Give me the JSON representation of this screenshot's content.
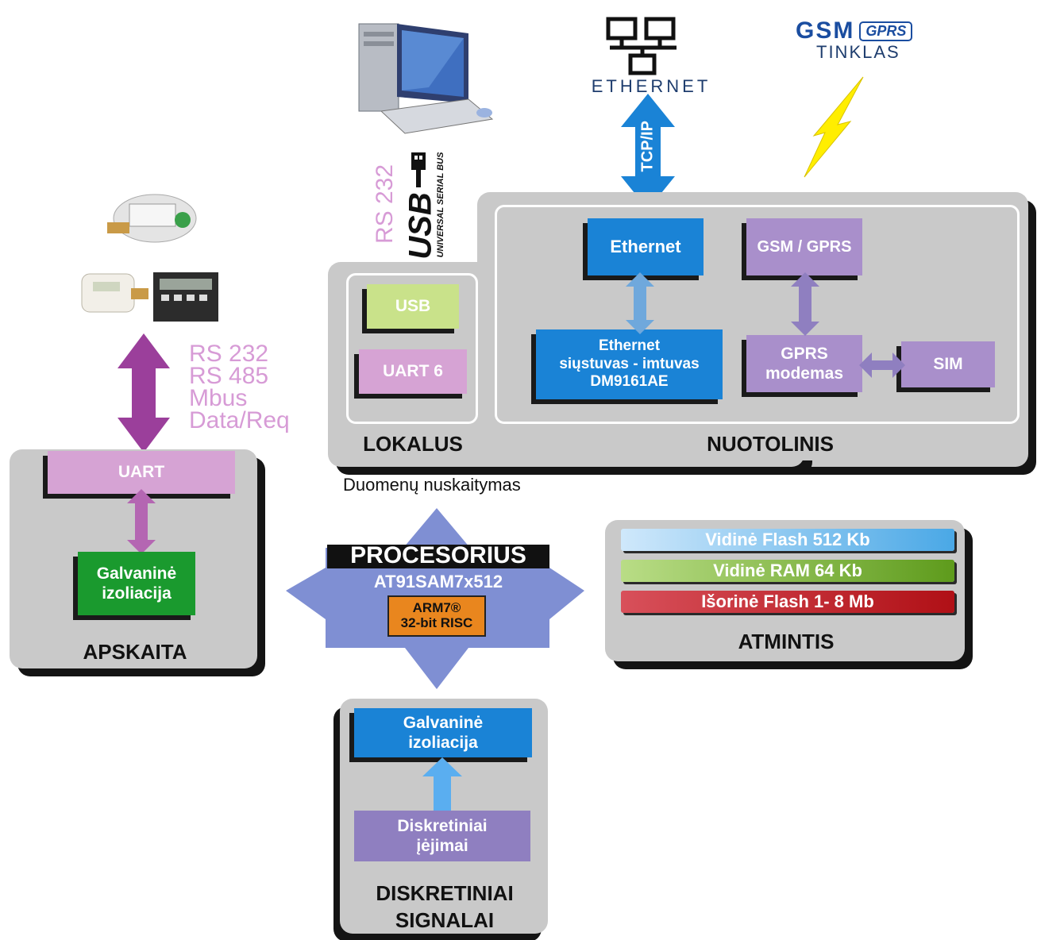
{
  "top": {
    "ethernet_caption": "ETHERNET",
    "gsm_logo": "GSM",
    "gprs_logo": "GPRS",
    "gsm_network": "TINKLAS",
    "tcpip": "TCP/IP",
    "rs232_vertical": "RS 232",
    "usb_logo": "USB",
    "usb_full": "UNIVERSAL SERIAL BUS"
  },
  "remote": {
    "ethernet_block": "Ethernet",
    "transceiver_line1": "Ethernet",
    "transceiver_line2": "siųstuvas - imtuvas",
    "transceiver_line3": "DM9161AE",
    "gsm_block": "GSM / GPRS",
    "modem_line1": "GPRS",
    "modem_line2": "modemas",
    "sim_block": "SIM",
    "local_title": "LOKALUS",
    "remote_title": "NUOTOLINIS",
    "usb_block": "USB",
    "uart6_block": "UART 6"
  },
  "read_label": "Duomenų nuskaitymas",
  "interfaces": {
    "items": [
      "RS 232",
      "RS 485",
      "Mbus",
      "Data/Req"
    ]
  },
  "apskaita": {
    "uart_block": "UART",
    "isolation_line1": "Galvaninė",
    "isolation_line2": "izoliacija",
    "title": "APSKAITA"
  },
  "processor": {
    "title": "PROCESORIUS",
    "model": "AT91SAM7x512",
    "core_line1": "ARM7®",
    "core_line2": "32-bit RISC"
  },
  "memory": {
    "bars": [
      {
        "label": "Vidinė Flash 512 Kb",
        "color": "#4aa8e6"
      },
      {
        "label": "Vidinė RAM 64 Kb",
        "color": "#7cb82f"
      },
      {
        "label": "Išorinė Flash 1- 8 Mb",
        "color": "#c0141d"
      }
    ],
    "title": "ATMINTIS"
  },
  "discrete": {
    "isolation_line1": "Galvaninė",
    "isolation_line2": "izoliacija",
    "inputs_line1": "Diskretiniai",
    "inputs_line2": "įėjimai",
    "title_line1": "DISKRETINIAI",
    "title_line2": "SIGNALAI"
  },
  "colors": {
    "blue": "#1a83d6",
    "lavender": "#a98fcb",
    "pink": "#d6a3d4",
    "green_light": "#c9e28a",
    "green_dark": "#1a9a2e",
    "purple_arrow": "#9b3f9b",
    "proc_star": "#7f8fd3",
    "orange": "#e9861e",
    "panel": "#c9c9c9"
  }
}
